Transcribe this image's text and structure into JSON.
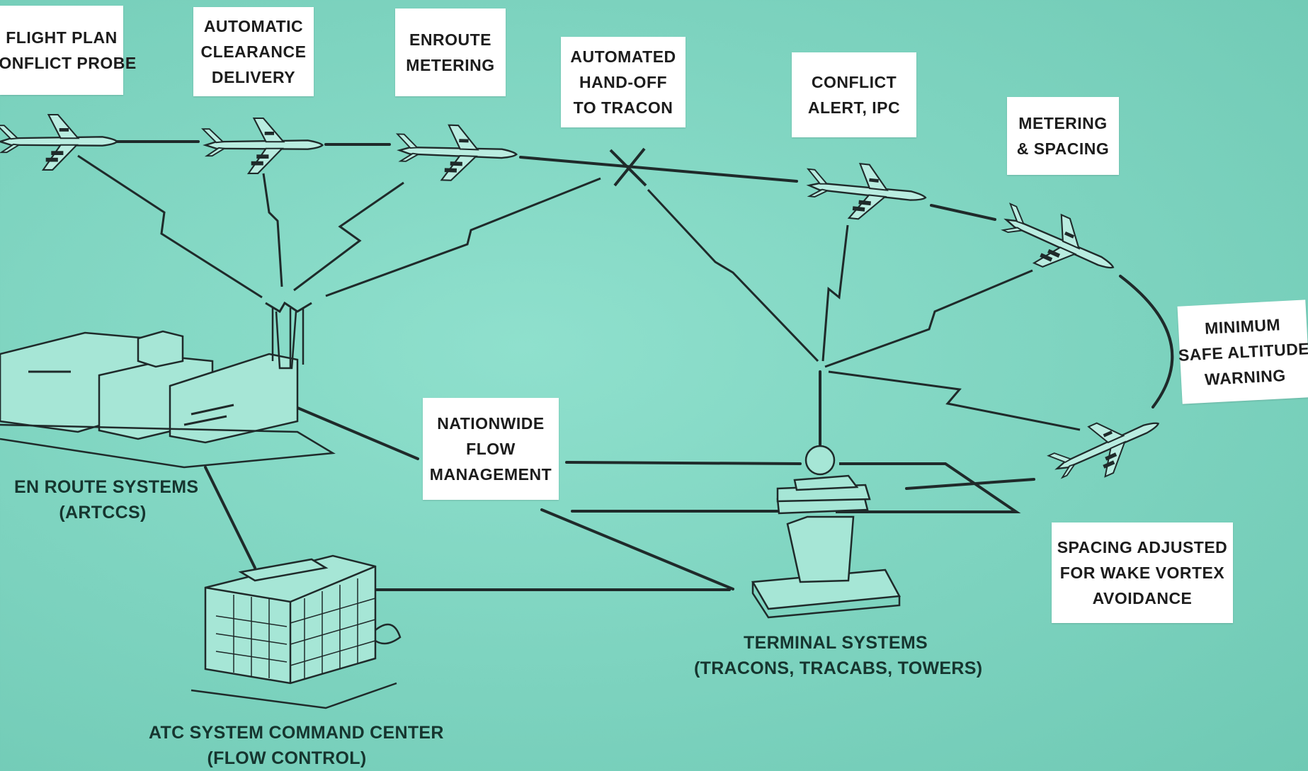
{
  "labels": {
    "flight_plan": [
      "FLIGHT PLAN",
      "CONFLICT PROBE"
    ],
    "clearance": [
      "AUTOMATIC",
      "CLEARANCE",
      "DELIVERY"
    ],
    "enroute_metering": [
      "ENROUTE",
      "METERING"
    ],
    "handoff": [
      "AUTOMATED",
      "HAND-OFF",
      "TO TRACON"
    ],
    "conflict_alert": [
      "CONFLICT",
      "ALERT, IPC"
    ],
    "metering_spacing": [
      "METERING",
      "& SPACING"
    ],
    "msaw": [
      "MINIMUM",
      "SAFE ALTITUDE",
      "WARNING"
    ],
    "flow_mgmt": [
      "NATIONWIDE",
      "FLOW",
      "MANAGEMENT"
    ],
    "wake_vortex": [
      "SPACING ADJUSTED",
      "FOR WAKE VORTEX",
      "AVOIDANCE"
    ]
  },
  "captions": {
    "enroute": [
      "EN ROUTE SYSTEMS",
      "(ARTCCS)"
    ],
    "terminal": [
      "TERMINAL SYSTEMS",
      "(TRACONS, TRACABS, TOWERS)"
    ],
    "command_center": [
      "ATC SYSTEM COMMAND CENTER",
      "(FLOW CONTROL)"
    ]
  },
  "colors": {
    "background": "#7fd6c3",
    "line": "#1f2a2a",
    "building": "#9fe3d2"
  }
}
